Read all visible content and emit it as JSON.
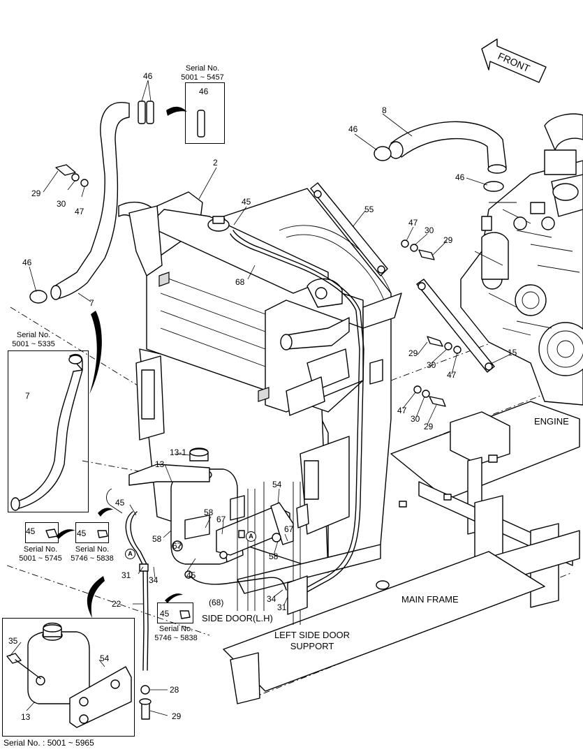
{
  "orientation": {
    "front": "FRONT"
  },
  "notes": {
    "serial_46": {
      "line1": "Serial No.",
      "line2": "5001 ~ 5457"
    },
    "serial_7": {
      "line1": "Serial No.",
      "line2": "5001 ~ 5335"
    },
    "serial_45a": {
      "line1": "Serial No.",
      "line2": "5001 ~ 5745"
    },
    "serial_45b": {
      "line1": "Serial No.",
      "line2": "5746 ~ 5838"
    },
    "serial_45c": {
      "line1": "Serial No.",
      "line2": "5746 ~ 5838"
    },
    "serial_inset": "Serial No. : 5001 ~ 5965"
  },
  "callouts": {
    "c2": "2",
    "c7": "7",
    "c7i": "7",
    "c8": "8",
    "c13": "13",
    "c13_1": "13-1",
    "c13i": "13",
    "c15": "15",
    "c22": "22",
    "c28": "28",
    "c29a": "29",
    "c29b": "29",
    "c29c": "29",
    "c29d": "29",
    "c29e": "29",
    "c30a": "30",
    "c30b": "30",
    "c30c": "30",
    "c30d": "30",
    "c31a": "31",
    "c31b": "31",
    "c34a": "34",
    "c34b": "34",
    "c35": "35",
    "c45a": "45",
    "c45b": "45",
    "c45c": "45",
    "c45d": "45",
    "c45e": "45",
    "c45f": "45",
    "c46a": "46",
    "c46b": "46",
    "c46c": "46",
    "c46d": "46",
    "c46e": "46",
    "c47a": "47",
    "c47b": "47",
    "c47c": "47",
    "c47d": "47",
    "c54a": "54",
    "c54i": "54",
    "c55": "55",
    "c58a": "58",
    "c58b": "58",
    "c58c": "58",
    "c67a": "67",
    "c67b": "67",
    "c67c": "67",
    "c68a": "68",
    "c68b": "(68)"
  },
  "markers": {
    "a1": "A",
    "a2": "A"
  },
  "captions": {
    "engine": "ENGINE",
    "main_frame": "MAIN FRAME",
    "side_door": "SIDE DOOR(L.H)",
    "left_side_door_1": "LEFT SIDE DOOR",
    "left_side_door_2": "SUPPORT"
  }
}
